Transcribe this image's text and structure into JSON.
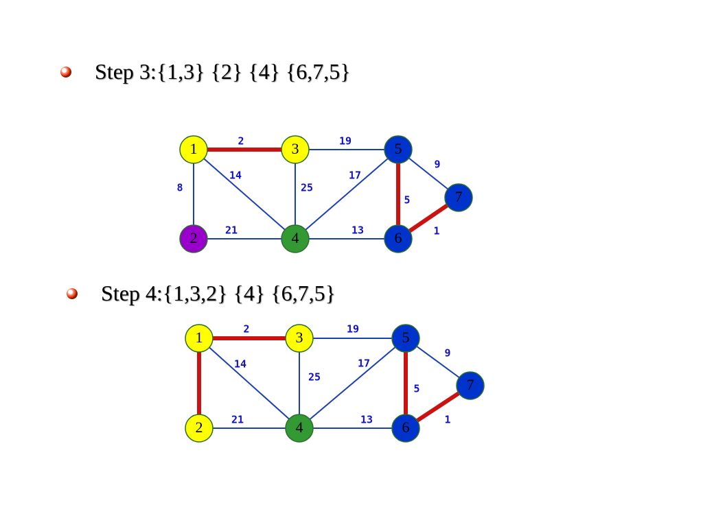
{
  "steps": [
    {
      "text": "Step 3:{1,3} {2} {4} {6,7,5}",
      "nodes": [
        {
          "id": "1",
          "color": "#ffff00"
        },
        {
          "id": "2",
          "color": "#9900cc"
        },
        {
          "id": "3",
          "color": "#ffff00"
        },
        {
          "id": "4",
          "color": "#339933"
        },
        {
          "id": "5",
          "color": "#0033cc"
        },
        {
          "id": "6",
          "color": "#0033cc"
        },
        {
          "id": "7",
          "color": "#0033cc"
        }
      ],
      "edges": [
        {
          "from": "1",
          "to": "3",
          "weight": "2",
          "selected": true
        },
        {
          "from": "3",
          "to": "5",
          "weight": "19",
          "selected": false
        },
        {
          "from": "1",
          "to": "2",
          "weight": "8",
          "selected": false
        },
        {
          "from": "1",
          "to": "4",
          "weight": "14",
          "selected": false
        },
        {
          "from": "3",
          "to": "4",
          "weight": "25",
          "selected": false
        },
        {
          "from": "4",
          "to": "5",
          "weight": "17",
          "selected": false
        },
        {
          "from": "2",
          "to": "4",
          "weight": "21",
          "selected": false
        },
        {
          "from": "4",
          "to": "6",
          "weight": "13",
          "selected": false
        },
        {
          "from": "5",
          "to": "6",
          "weight": "5",
          "selected": true
        },
        {
          "from": "5",
          "to": "7",
          "weight": "9",
          "selected": false
        },
        {
          "from": "6",
          "to": "7",
          "weight": "1",
          "selected": true
        }
      ]
    },
    {
      "text": "Step 4:{1,3,2} {4} {6,7,5}",
      "nodes": [
        {
          "id": "1",
          "color": "#ffff00"
        },
        {
          "id": "2",
          "color": "#ffff00"
        },
        {
          "id": "3",
          "color": "#ffff00"
        },
        {
          "id": "4",
          "color": "#339933"
        },
        {
          "id": "5",
          "color": "#0033cc"
        },
        {
          "id": "6",
          "color": "#0033cc"
        },
        {
          "id": "7",
          "color": "#0033cc"
        }
      ],
      "edges": [
        {
          "from": "1",
          "to": "3",
          "weight": "2",
          "selected": true
        },
        {
          "from": "3",
          "to": "5",
          "weight": "19",
          "selected": false
        },
        {
          "from": "1",
          "to": "2",
          "weight": "",
          "selected": true
        },
        {
          "from": "1",
          "to": "4",
          "weight": "14",
          "selected": false
        },
        {
          "from": "3",
          "to": "4",
          "weight": "25",
          "selected": false
        },
        {
          "from": "4",
          "to": "5",
          "weight": "17",
          "selected": false
        },
        {
          "from": "2",
          "to": "4",
          "weight": "21",
          "selected": false
        },
        {
          "from": "4",
          "to": "6",
          "weight": "13",
          "selected": false
        },
        {
          "from": "5",
          "to": "6",
          "weight": "5",
          "selected": true
        },
        {
          "from": "5",
          "to": "7",
          "weight": "9",
          "selected": false
        },
        {
          "from": "6",
          "to": "7",
          "weight": "1",
          "selected": true
        }
      ]
    }
  ],
  "colors": {
    "edge": "#1a3fb5",
    "selected_edge": "#cc1111",
    "node_border": "#2a6e2a"
  }
}
